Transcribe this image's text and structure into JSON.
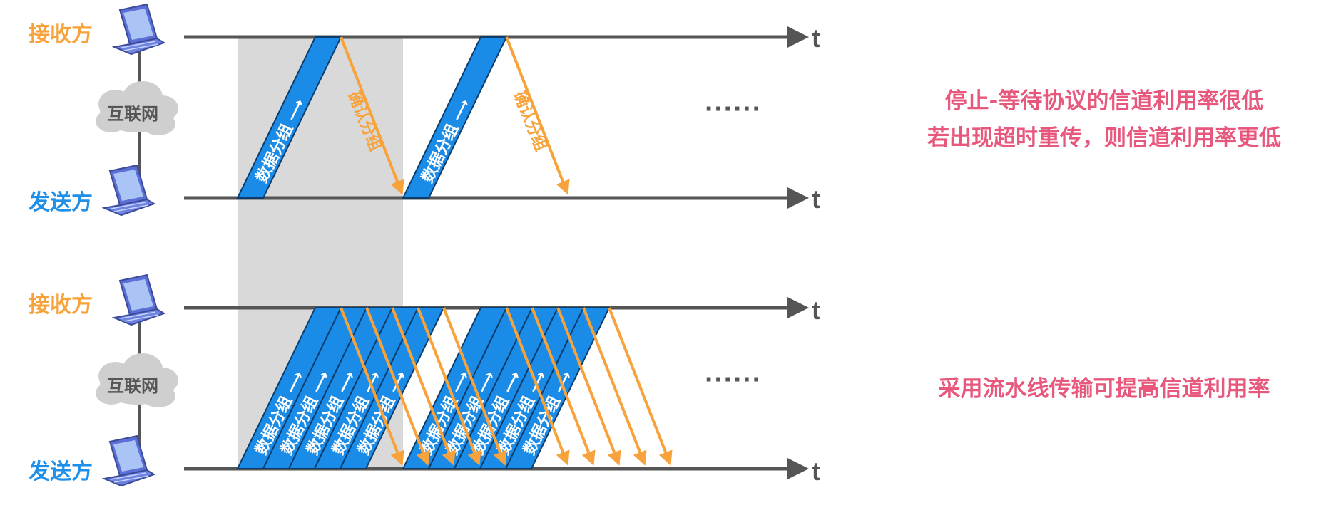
{
  "colors": {
    "receiver": "#f7a23a",
    "sender": "#1f8fe8",
    "packet_fill": "#1a8be6",
    "ack": "#f7a23a",
    "axis": "#555555",
    "shade": "#d9d9d9",
    "note": "#e8577c"
  },
  "diagrams": [
    {
      "id": "stop-and-wait",
      "receiver_label": "接收方",
      "sender_label": "发送方",
      "network_label": "互联网",
      "axis_symbol": "t",
      "packet_label": "数据分组",
      "ack_label": "确认分组",
      "ellipsis": "······",
      "note_lines": [
        "停止-等待协议的信道利用率很低",
        "若出现超时重传，则信道利用率更低"
      ]
    },
    {
      "id": "pipelining",
      "receiver_label": "接收方",
      "sender_label": "发送方",
      "network_label": "互联网",
      "axis_symbol": "t",
      "packet_label": "数据分组",
      "ellipsis": "······",
      "note_lines": [
        "采用流水线传输可提高信道利用率"
      ]
    }
  ],
  "icons": [
    "laptop-icon",
    "cloud-icon",
    "arrow-right-icon"
  ]
}
